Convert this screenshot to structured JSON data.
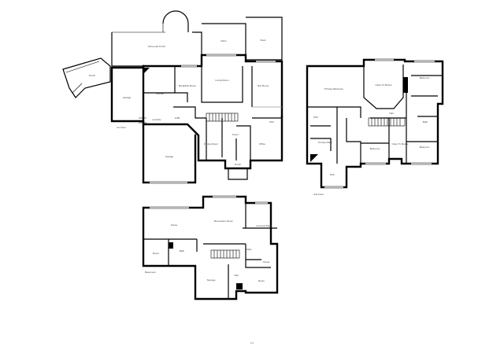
{
  "floors": {
    "main": {
      "caption": "1st Floor",
      "rooms": {
        "screened_porch": "Screened Porch",
        "patio": "Patio",
        "deck": "Deck",
        "breakfast_room": "Breakfast Room",
        "living_room": "Living Room",
        "sun_room": "Sun Room",
        "kitchen": "Kitchen",
        "garage_small": "Garage",
        "laundry": "Laundry",
        "half_bath": "1/2B",
        "garage_large": "Garage",
        "dining_room": "Dining Room",
        "foyer": "Foyer",
        "office": "Office",
        "porch": "Porch",
        "porch_left": "Porch",
        "wic": "W/C"
      }
    },
    "upper": {
      "caption": "2nd Floor",
      "rooms": {
        "primary_bedroom": "Primary Bedroom",
        "open_to_below_1": "Open To Below",
        "bedroom_1": "Bedroom",
        "primary_bath": "Primary Bath",
        "hall": "Hall",
        "open_to_below_2": "Open To Below",
        "bedroom_2": "Bedroom",
        "bedroom_3": "Bedroom",
        "wic": "WIC",
        "bath": "Bath",
        "wic_small": "WIC"
      }
    },
    "basement": {
      "caption": "Basement",
      "rooms": {
        "game": "Game",
        "recreation_room": "Recreation Room",
        "covered_patio": "Covered Patio",
        "room": "Room",
        "bath": "Bath",
        "storage": "Storage",
        "utility": "Utility",
        "closet": "Closet",
        "hall": "Hall",
        "room2": "Room"
      }
    }
  },
  "page_marker": "1/1"
}
